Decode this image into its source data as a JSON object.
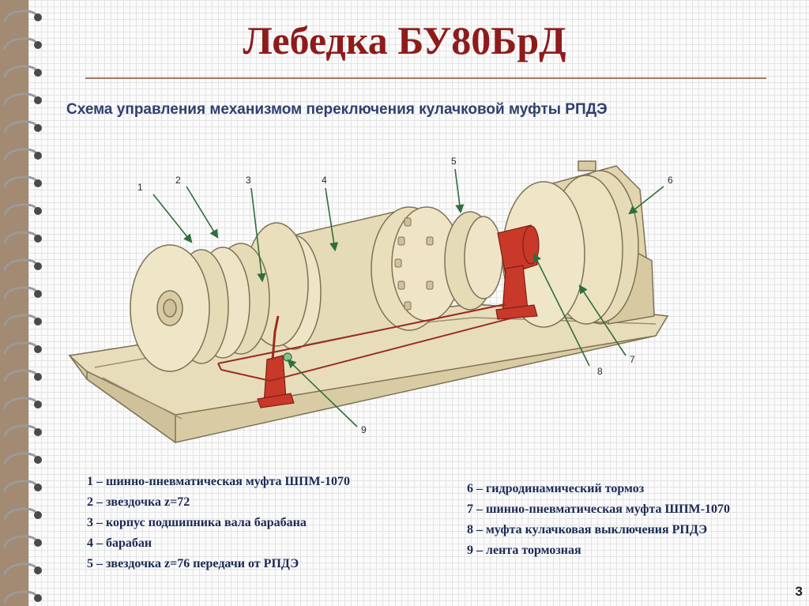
{
  "slide": {
    "title": "Лебедка БУ80БрД",
    "subtitle": "Схема управления механизмом переключения кулачковой муфты РПДЭ",
    "page_number": "3"
  },
  "diagram": {
    "callouts": [
      "1",
      "2",
      "3",
      "4",
      "5",
      "6",
      "7",
      "8",
      "9"
    ]
  },
  "legend": {
    "left": [
      "1 – шинно-пневматическая муфта ШПМ-1070",
      "2 – звездочка z=72",
      "3 – корпус подшипника вала барабана",
      "4 – барабан",
      "5 – звездочка z=76 передачи от РПДЭ"
    ],
    "right": [
      "6 – гидродинамический тормоз",
      "7 – шинно-пневматическая муфта ШПМ-1070",
      "8 – муфта кулачковая выключения РПДЭ",
      "9 – лента тормозная"
    ]
  },
  "colors": {
    "title": "#8e1b1b",
    "subtitle": "#2f3f6e",
    "legend_text": "#1a2a55",
    "machine_body": "#ece1bf",
    "machine_edge": "#7e7256",
    "red_parts": "#c9392a",
    "leader_lines": "#2f6e3c"
  }
}
